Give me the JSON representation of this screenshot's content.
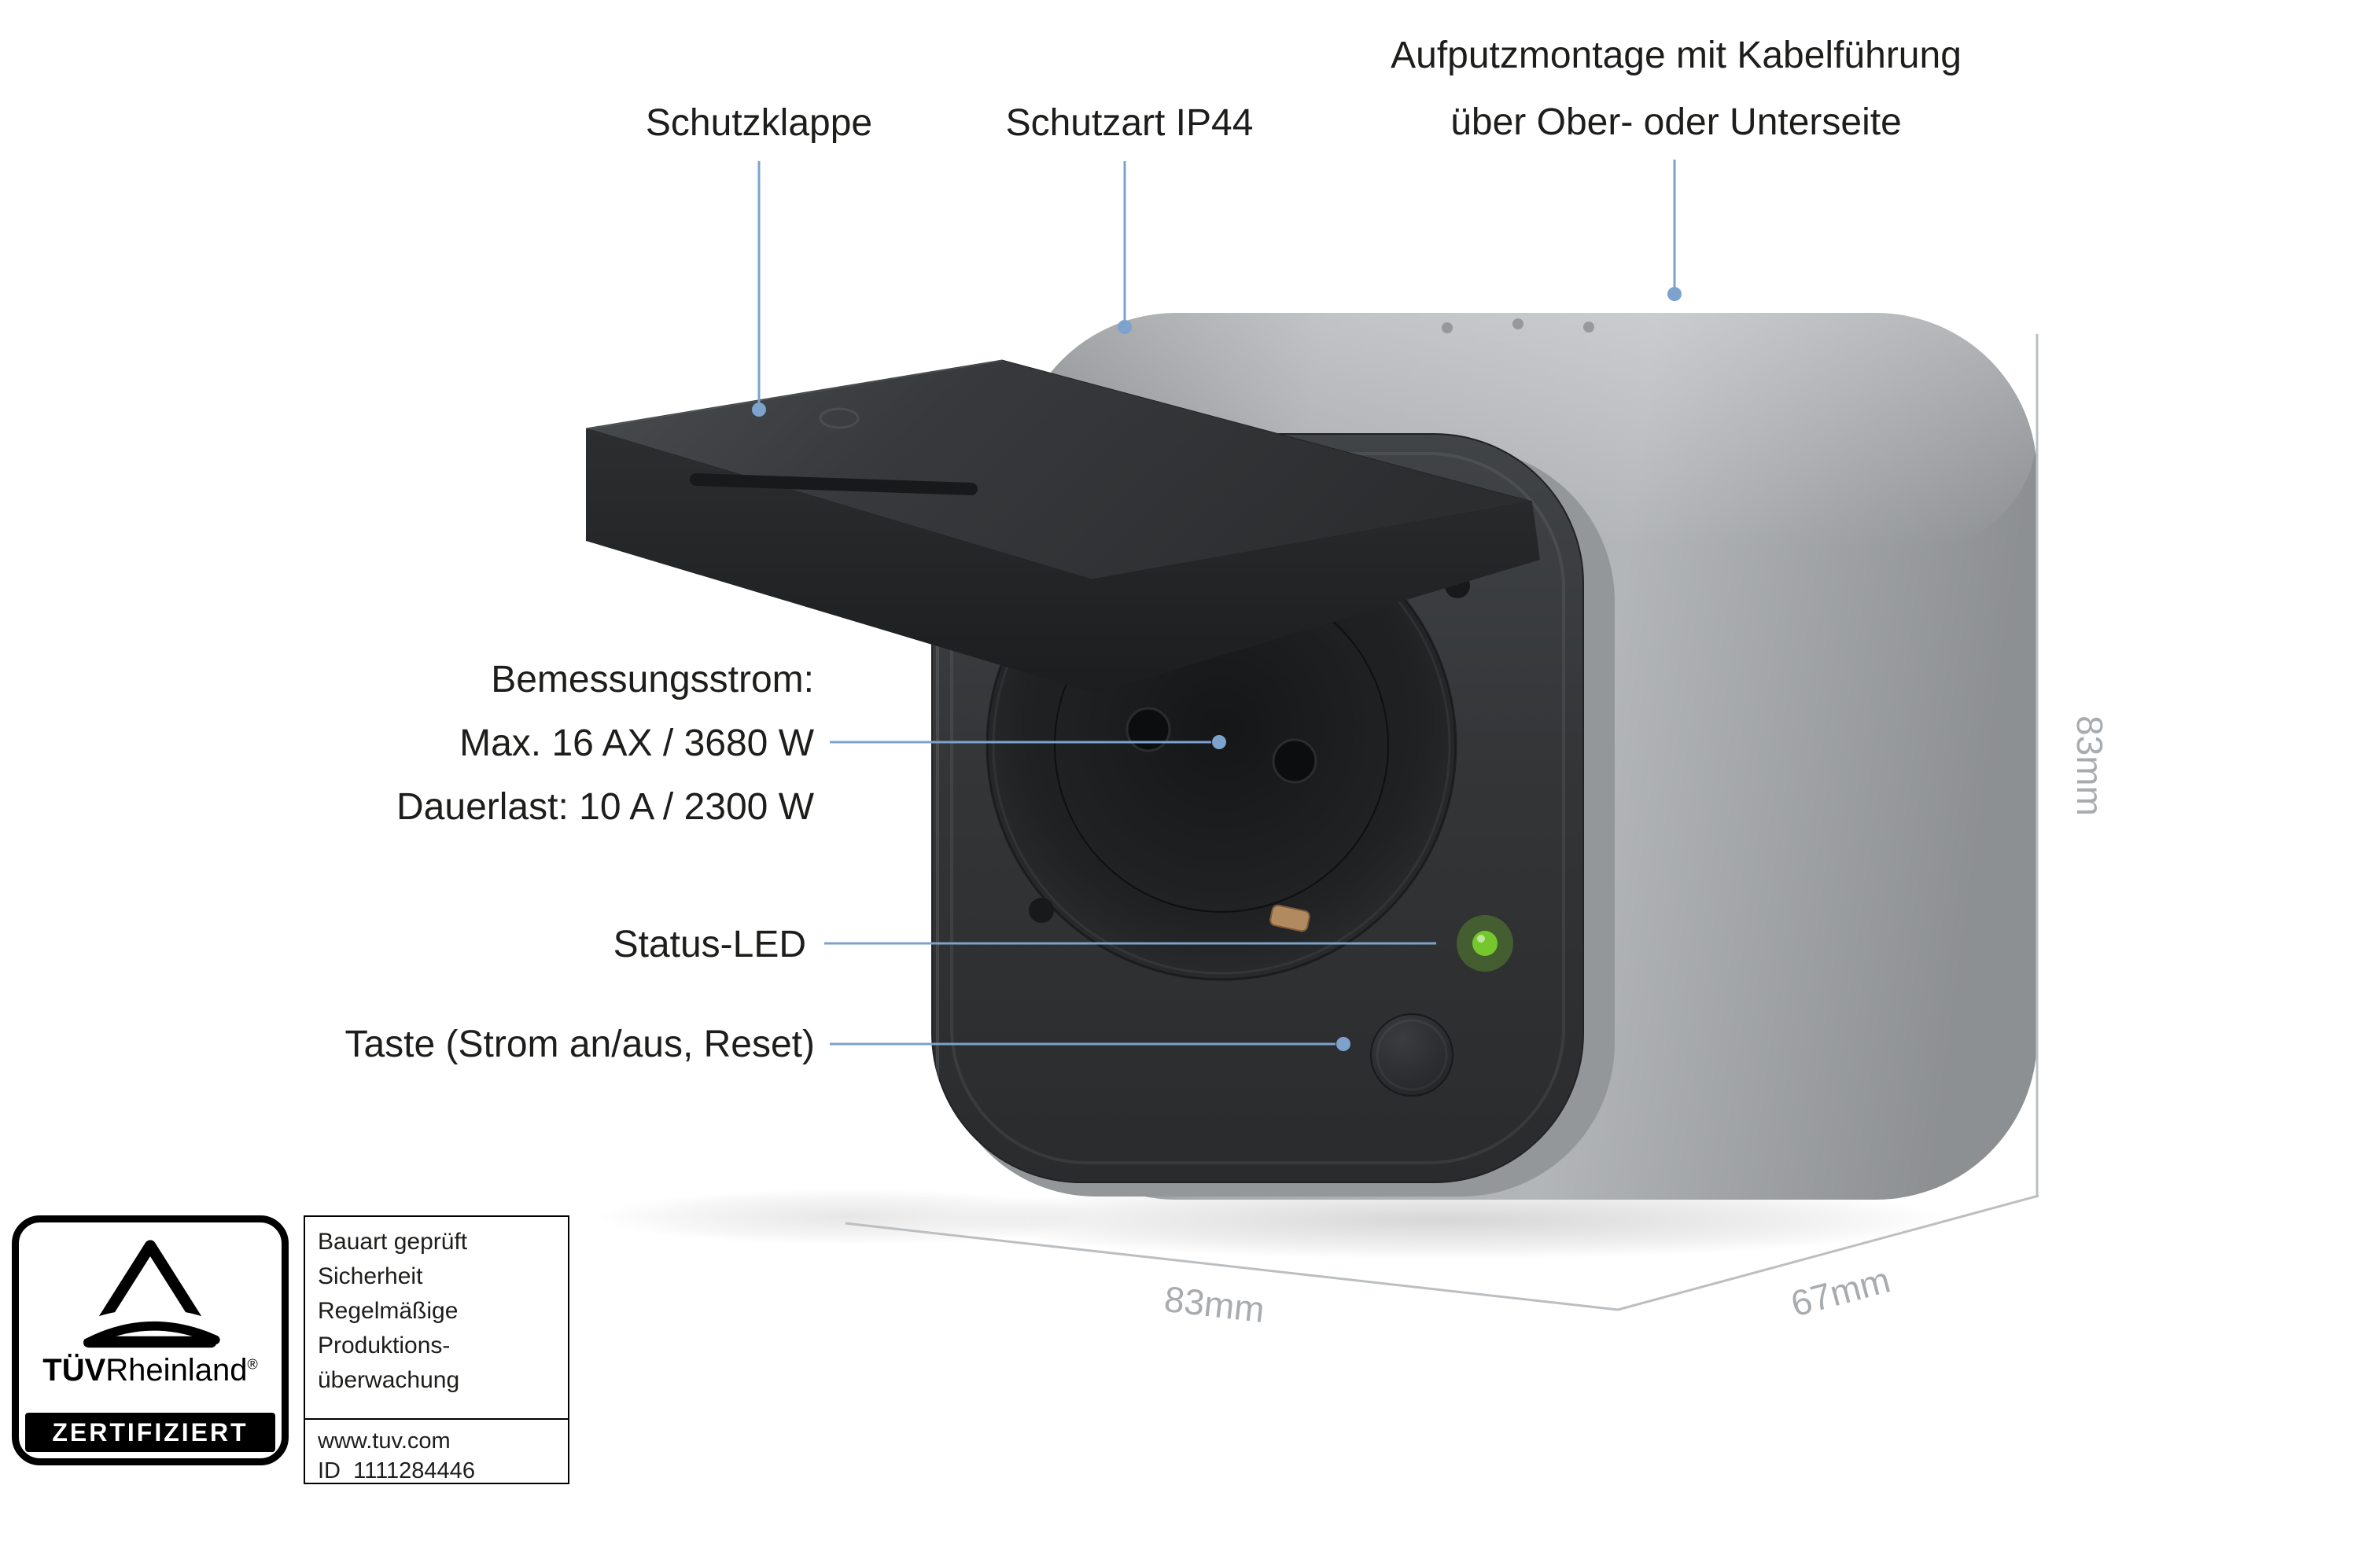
{
  "callouts": {
    "schutzklappe": {
      "label": "Schutzklappe"
    },
    "schutzart": {
      "label": "Schutzart IP44"
    },
    "aufputzmontage": {
      "line1": "Aufputzmontage mit Kabelführung",
      "line2": "über Ober- oder Unterseite"
    },
    "bemessungsstrom": {
      "line1": "Bemessungsstrom:",
      "line2": "Max. 16 AX / 3680 W",
      "line3": "Dauerlast: 10 A / 2300 W"
    },
    "status_led": {
      "label": "Status-LED"
    },
    "taste": {
      "label": "Taste (Strom an/aus, Reset)"
    }
  },
  "dimensions": {
    "bottom_width": "83mm",
    "bottom_depth": "67mm",
    "side_height": "83mm"
  },
  "certification": {
    "brand_bold": "TÜV",
    "brand_regular": "Rheinland",
    "registered_mark": "®",
    "banner": "ZERTIFIZIERT",
    "details": [
      "Bauart geprüft",
      "Sicherheit",
      "Regelmäßige",
      "Produktions-",
      "überwachung"
    ],
    "website": "www.tuv.com",
    "id_line": "ID  1111284446"
  },
  "colors": {
    "callout_line": "#7da2cc",
    "dimension_line": "#bcbfc2",
    "dimension_text": "#a8acaf",
    "led_green": "#76c62e",
    "label_text": "#1d1d1b"
  }
}
